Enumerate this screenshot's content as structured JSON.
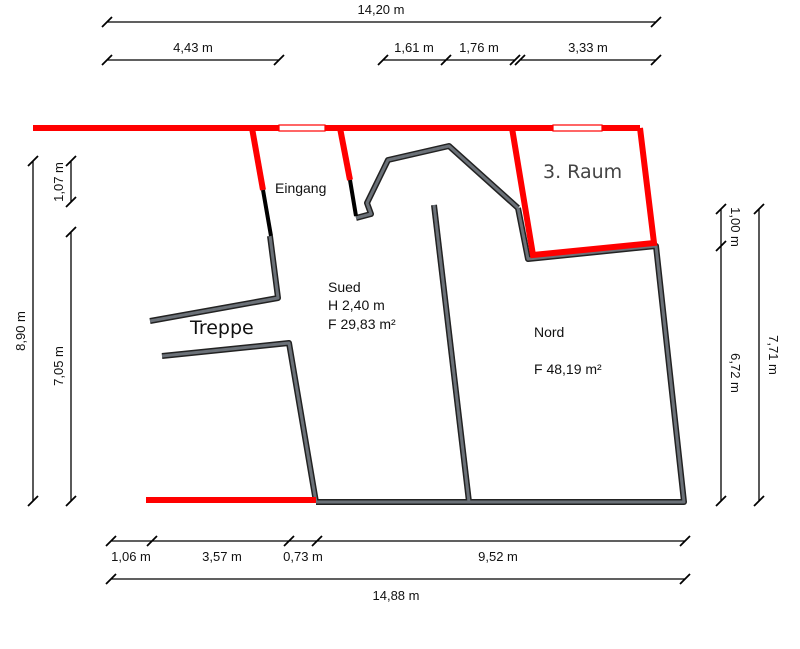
{
  "dimensions": {
    "top_total": "14,20 m",
    "top_left": "4,43 m",
    "top_a": "1,61 m",
    "top_b": "1,76 m",
    "top_c": "3,33 m",
    "bottom_a": "1,06 m",
    "bottom_b": "3,57 m",
    "bottom_c": "0,73 m",
    "bottom_d": "9,52 m",
    "bottom_total": "14,88 m",
    "left_total": "8,90 m",
    "left_small": "1,07 m",
    "left_main": "7,05 m",
    "right_small": "1,00 m",
    "right_main": "6,72 m",
    "right_total": "7,71 m"
  },
  "rooms": {
    "eingang": "Eingang",
    "raum3": "3. Raum",
    "treppe": "Treppe",
    "sued_name": "Sued",
    "sued_height": "H 2,40 m",
    "sued_area": "F 29,83 m²",
    "nord_name": "Nord",
    "nord_area": "F 48,19 m²"
  },
  "colors": {
    "red_wall": "#ff0000",
    "wall": "#6b7178",
    "wall_outline": "#222222"
  }
}
